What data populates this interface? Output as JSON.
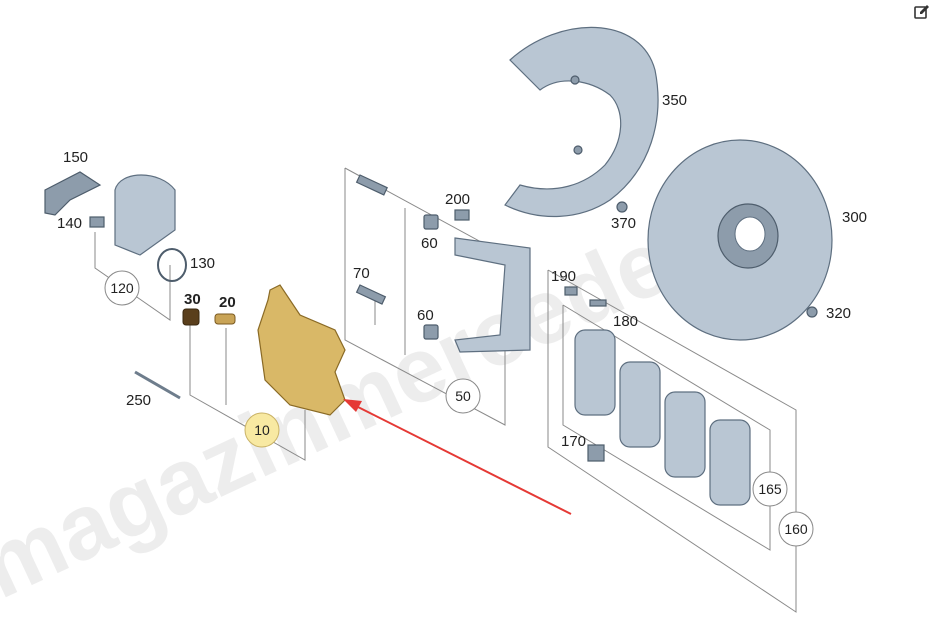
{
  "watermark": "magazinmercedes.ru",
  "toolbar": {
    "edit_icon": "edit-icon"
  },
  "labels": {
    "p10": "10",
    "p20": "20",
    "p30": "30",
    "p50": "50",
    "p60a": "60",
    "p60b": "60",
    "p70": "70",
    "p120": "120",
    "p130": "130",
    "p140": "140",
    "p150": "150",
    "p160": "160",
    "p165": "165",
    "p170": "170",
    "p180": "180",
    "p190": "190",
    "p200": "200",
    "p250": "250",
    "p300": "300",
    "p320": "320",
    "p350": "350",
    "p370": "370"
  },
  "colors": {
    "highlight": "#f8e9a2",
    "arrow": "#e53935",
    "caliper": "#d9b867",
    "part": "#b9c6d3"
  }
}
